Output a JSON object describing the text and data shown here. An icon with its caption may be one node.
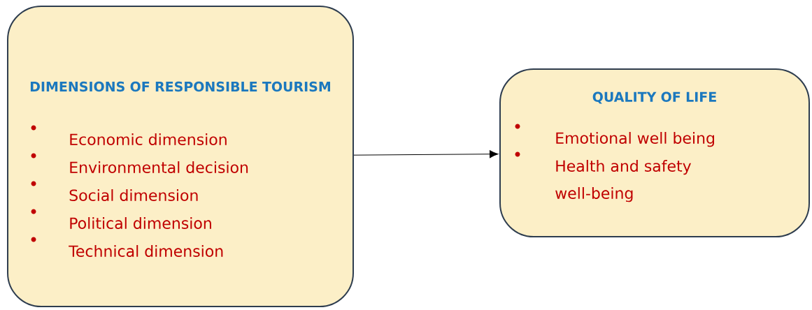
{
  "diagram": {
    "nodes": [
      {
        "text": [
          "DIMENSIONS OF RESPONSIBLE TOURISM",
          "Economic dimension",
          "Environmental decision",
          "Social dimension",
          "Political dimension",
          "Technical dimension"
        ]
      },
      {
        "text": [
          "QUALITY OF LIFE",
          "Emotional well being",
          "Health and safety well-being"
        ]
      }
    ],
    "edges": [
      {
        "from": 0,
        "to": 1,
        "arrow": "to"
      }
    ]
  }
}
